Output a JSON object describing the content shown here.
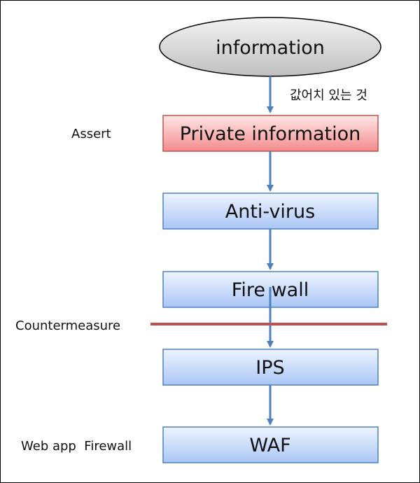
{
  "diagram": {
    "top_node": {
      "label": "information"
    },
    "edge_label": "값어치 있는 것",
    "nodes": [
      {
        "id": "private",
        "label": "Private information"
      },
      {
        "id": "antivirus",
        "label": "Anti-virus"
      },
      {
        "id": "firewall",
        "label": "Fire wall"
      },
      {
        "id": "ips",
        "label": "IPS"
      },
      {
        "id": "waf",
        "label": "WAF"
      }
    ],
    "side_labels": {
      "assert": "Assert",
      "countermeasure": "Countermeasure",
      "waf": "Web app  Firewall"
    },
    "colors": {
      "ellipse_fill_top": "#f2f2f2",
      "ellipse_fill_bottom": "#bfbfbf",
      "private_fill_top": "#ffe6e6",
      "private_fill_bottom": "#f28b8b",
      "private_border": "#c0504d",
      "box_fill_top": "#eef4ff",
      "box_fill_bottom": "#aac6f5",
      "box_border": "#4f81bd",
      "arrow": "#4f81bd",
      "divider": "#c0504d"
    }
  }
}
